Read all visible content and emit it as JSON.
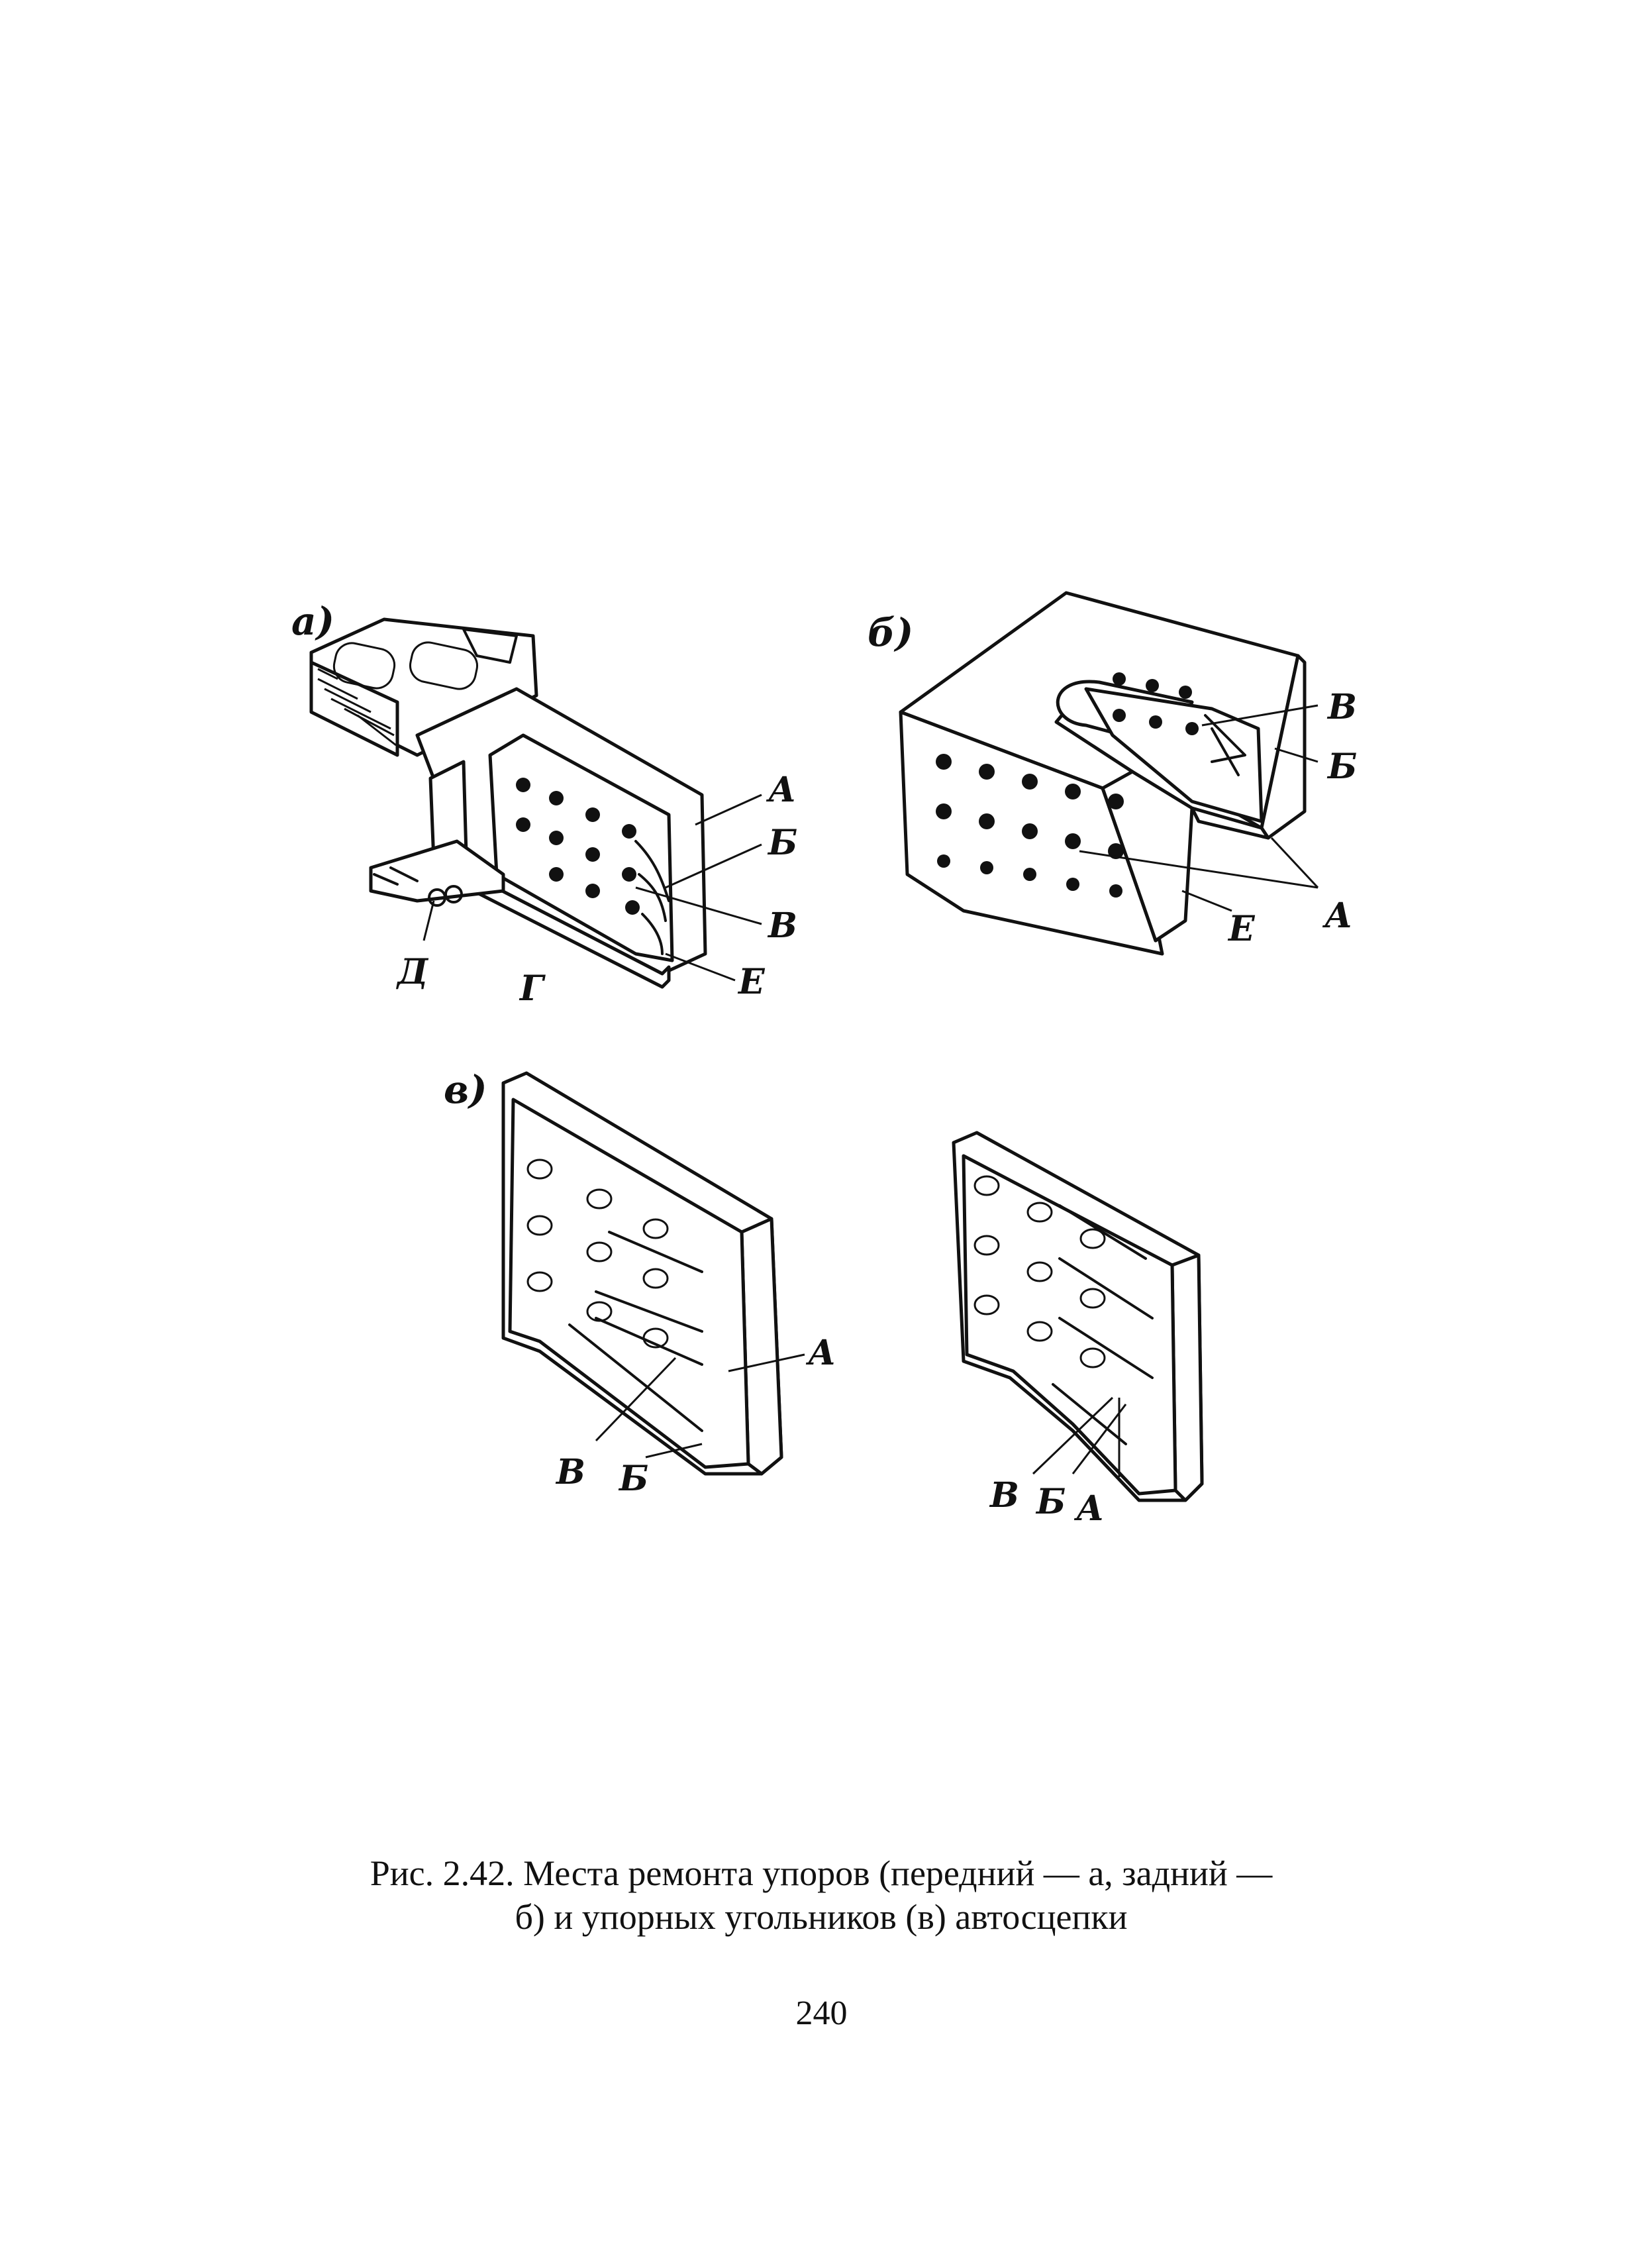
{
  "figure": {
    "panel_a": {
      "tag": "а)",
      "labels": {
        "A": "А",
        "B": "Б",
        "V": "В",
        "E": "Е",
        "D": "Д",
        "G": "Г"
      }
    },
    "panel_b": {
      "tag": "б)",
      "labels": {
        "V": "В",
        "B": "Б",
        "A": "А",
        "E": "Е"
      }
    },
    "panel_v": {
      "tag": "в)",
      "left": {
        "A": "А",
        "V": "В",
        "B": "Б"
      },
      "right": {
        "V": "В",
        "B": "Б",
        "A": "А"
      }
    }
  },
  "caption": {
    "line1": "Рис. 2.42. Места ремонта упоров (передний — а, задний —",
    "line2": "б) и упорных угольников (в) автосцепки"
  },
  "page_number": "240"
}
